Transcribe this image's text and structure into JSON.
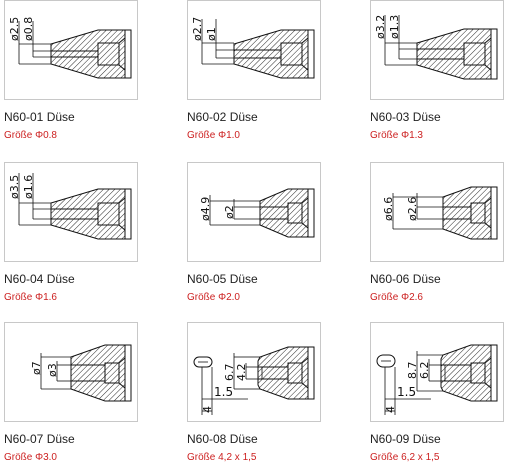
{
  "nozzles": [
    {
      "name": "N60-01 Düse",
      "size": "Größe Φ0.8",
      "dims": [
        "ø2.5",
        "ø0.8"
      ]
    },
    {
      "name": "N60-02 Düse",
      "size": "Größe Φ1.0",
      "dims": [
        "ø2.7",
        "ø1"
      ]
    },
    {
      "name": "N60-03 Düse",
      "size": "Größe Φ1.3",
      "dims": [
        "ø3.2",
        "ø1.3"
      ]
    },
    {
      "name": "N60-04 Düse",
      "size": "Größe Φ1.6",
      "dims": [
        "ø3.5",
        "ø1.6"
      ]
    },
    {
      "name": "N60-05 Düse",
      "size": "Größe Φ2.0",
      "dims": [
        "ø4.9",
        "ø2"
      ]
    },
    {
      "name": "N60-06 Düse",
      "size": "Größe Φ2.6",
      "dims": [
        "ø6.6",
        "ø2.6"
      ]
    },
    {
      "name": "N60-07 Düse",
      "size": "Größe Φ3.0",
      "dims": [
        "ø7",
        "ø3"
      ]
    },
    {
      "name": "N60-08 Düse",
      "size": "Größe 4,2 x 1,5",
      "dims": [
        "6.7",
        "4.2",
        "1.5",
        "4"
      ]
    },
    {
      "name": "N60-09 Düse",
      "size": "Größe 6,2 x 1,5",
      "dims": [
        "8.7",
        "6.2",
        "1.5",
        "4"
      ]
    }
  ]
}
